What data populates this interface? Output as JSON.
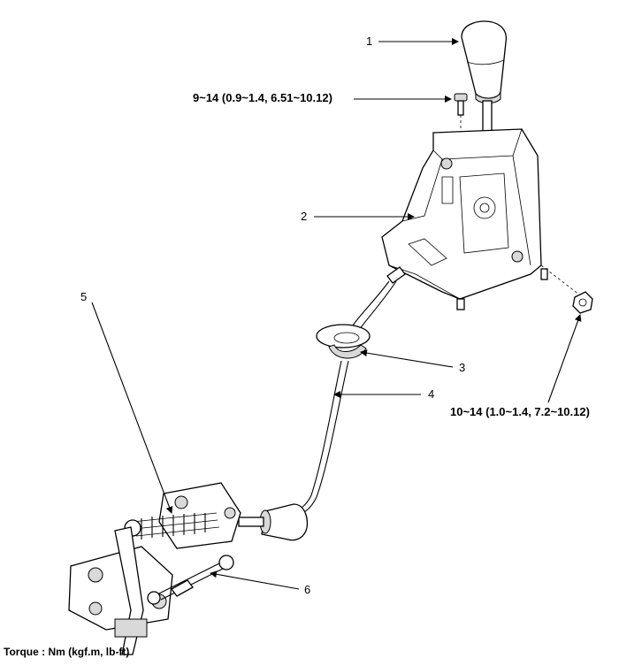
{
  "callouts": {
    "c1": "1",
    "c2": "2",
    "c3": "3",
    "c4": "4",
    "c5": "5",
    "c6": "6"
  },
  "torque_values": {
    "bolt": "9~14 (0.9~1.4, 6.51~10.12)",
    "nut": "10~14 (1.0~1.4, 7.2~10.12)"
  },
  "footer": {
    "torque_unit": "Torque : Nm (kgf.m, lb-ft)"
  }
}
